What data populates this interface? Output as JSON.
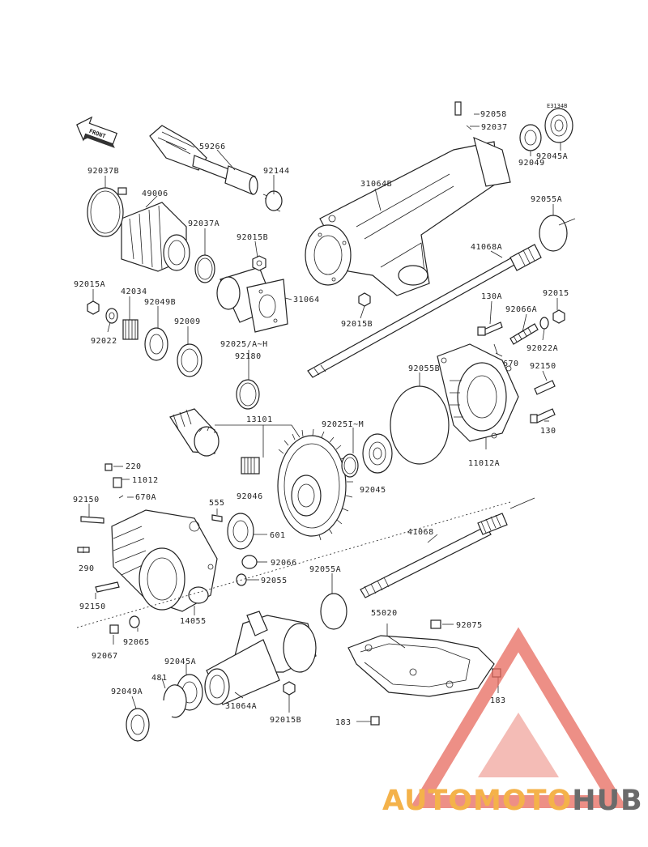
{
  "diagram": {
    "code": "E3134B",
    "front_label": "FRONT",
    "parts": [
      {
        "id": "p-92058",
        "label": "92058"
      },
      {
        "id": "p-92037",
        "label": "92037"
      },
      {
        "id": "p-92049",
        "label": "92049"
      },
      {
        "id": "p-92045A-top",
        "label": "92045A"
      },
      {
        "id": "p-59266",
        "label": "59266"
      },
      {
        "id": "p-92144",
        "label": "92144"
      },
      {
        "id": "p-92037B",
        "label": "92037B"
      },
      {
        "id": "p-49006",
        "label": "49006"
      },
      {
        "id": "p-31064B",
        "label": "31064B"
      },
      {
        "id": "p-92055A-top",
        "label": "92055A"
      },
      {
        "id": "p-92037A",
        "label": "92037A"
      },
      {
        "id": "p-92015B-a",
        "label": "92015B"
      },
      {
        "id": "p-41068A",
        "label": "41068A"
      },
      {
        "id": "p-92015A",
        "label": "92015A"
      },
      {
        "id": "p-42034",
        "label": "42034"
      },
      {
        "id": "p-92049B",
        "label": "92049B"
      },
      {
        "id": "p-31064",
        "label": "31064"
      },
      {
        "id": "p-130A",
        "label": "130A"
      },
      {
        "id": "p-92015",
        "label": "92015"
      },
      {
        "id": "p-92066A",
        "label": "92066A"
      },
      {
        "id": "p-92022",
        "label": "92022"
      },
      {
        "id": "p-92009",
        "label": "92009"
      },
      {
        "id": "p-92015B-b",
        "label": "92015B"
      },
      {
        "id": "p-92022A",
        "label": "92022A"
      },
      {
        "id": "p-92025AH",
        "label": "92025/A~H"
      },
      {
        "id": "p-670",
        "label": "670"
      },
      {
        "id": "p-92180",
        "label": "92180"
      },
      {
        "id": "p-92150-r",
        "label": "92150"
      },
      {
        "id": "p-92055B",
        "label": "92055B"
      },
      {
        "id": "p-13101",
        "label": "13101"
      },
      {
        "id": "p-92025IM",
        "label": "92025I~M"
      },
      {
        "id": "p-130",
        "label": "130"
      },
      {
        "id": "p-11012A",
        "label": "11012A"
      },
      {
        "id": "p-220",
        "label": "220"
      },
      {
        "id": "p-11012",
        "label": "11012"
      },
      {
        "id": "p-92046",
        "label": "92046"
      },
      {
        "id": "p-92045",
        "label": "92045"
      },
      {
        "id": "p-92150-a",
        "label": "92150"
      },
      {
        "id": "p-670A",
        "label": "670A"
      },
      {
        "id": "p-555",
        "label": "555"
      },
      {
        "id": "p-41068",
        "label": "41068"
      },
      {
        "id": "p-601",
        "label": "601"
      },
      {
        "id": "p-290",
        "label": "290"
      },
      {
        "id": "p-92066",
        "label": "92066"
      },
      {
        "id": "p-92055",
        "label": "92055"
      },
      {
        "id": "p-92055A-b",
        "label": "92055A"
      },
      {
        "id": "p-92150-b",
        "label": "92150"
      },
      {
        "id": "p-14055",
        "label": "14055"
      },
      {
        "id": "p-55020",
        "label": "55020"
      },
      {
        "id": "p-92075",
        "label": "92075"
      },
      {
        "id": "p-92065",
        "label": "92065"
      },
      {
        "id": "p-92067",
        "label": "92067"
      },
      {
        "id": "p-92045A-b",
        "label": "92045A"
      },
      {
        "id": "p-481",
        "label": "481"
      },
      {
        "id": "p-92049A",
        "label": "92049A"
      },
      {
        "id": "p-31064A",
        "label": "31064A"
      },
      {
        "id": "p-92015B-c",
        "label": "92015B"
      },
      {
        "id": "p-183-a",
        "label": "183"
      },
      {
        "id": "p-183-b",
        "label": "183"
      }
    ]
  },
  "watermark": {
    "brand_part1": "AUTOMOTO",
    "brand_part2": "HUB",
    "color_orange": "#f4b24a",
    "color_red": "#e8564c",
    "color_gray": "#6b6b6b",
    "triangle_color": "#e86a5e"
  }
}
